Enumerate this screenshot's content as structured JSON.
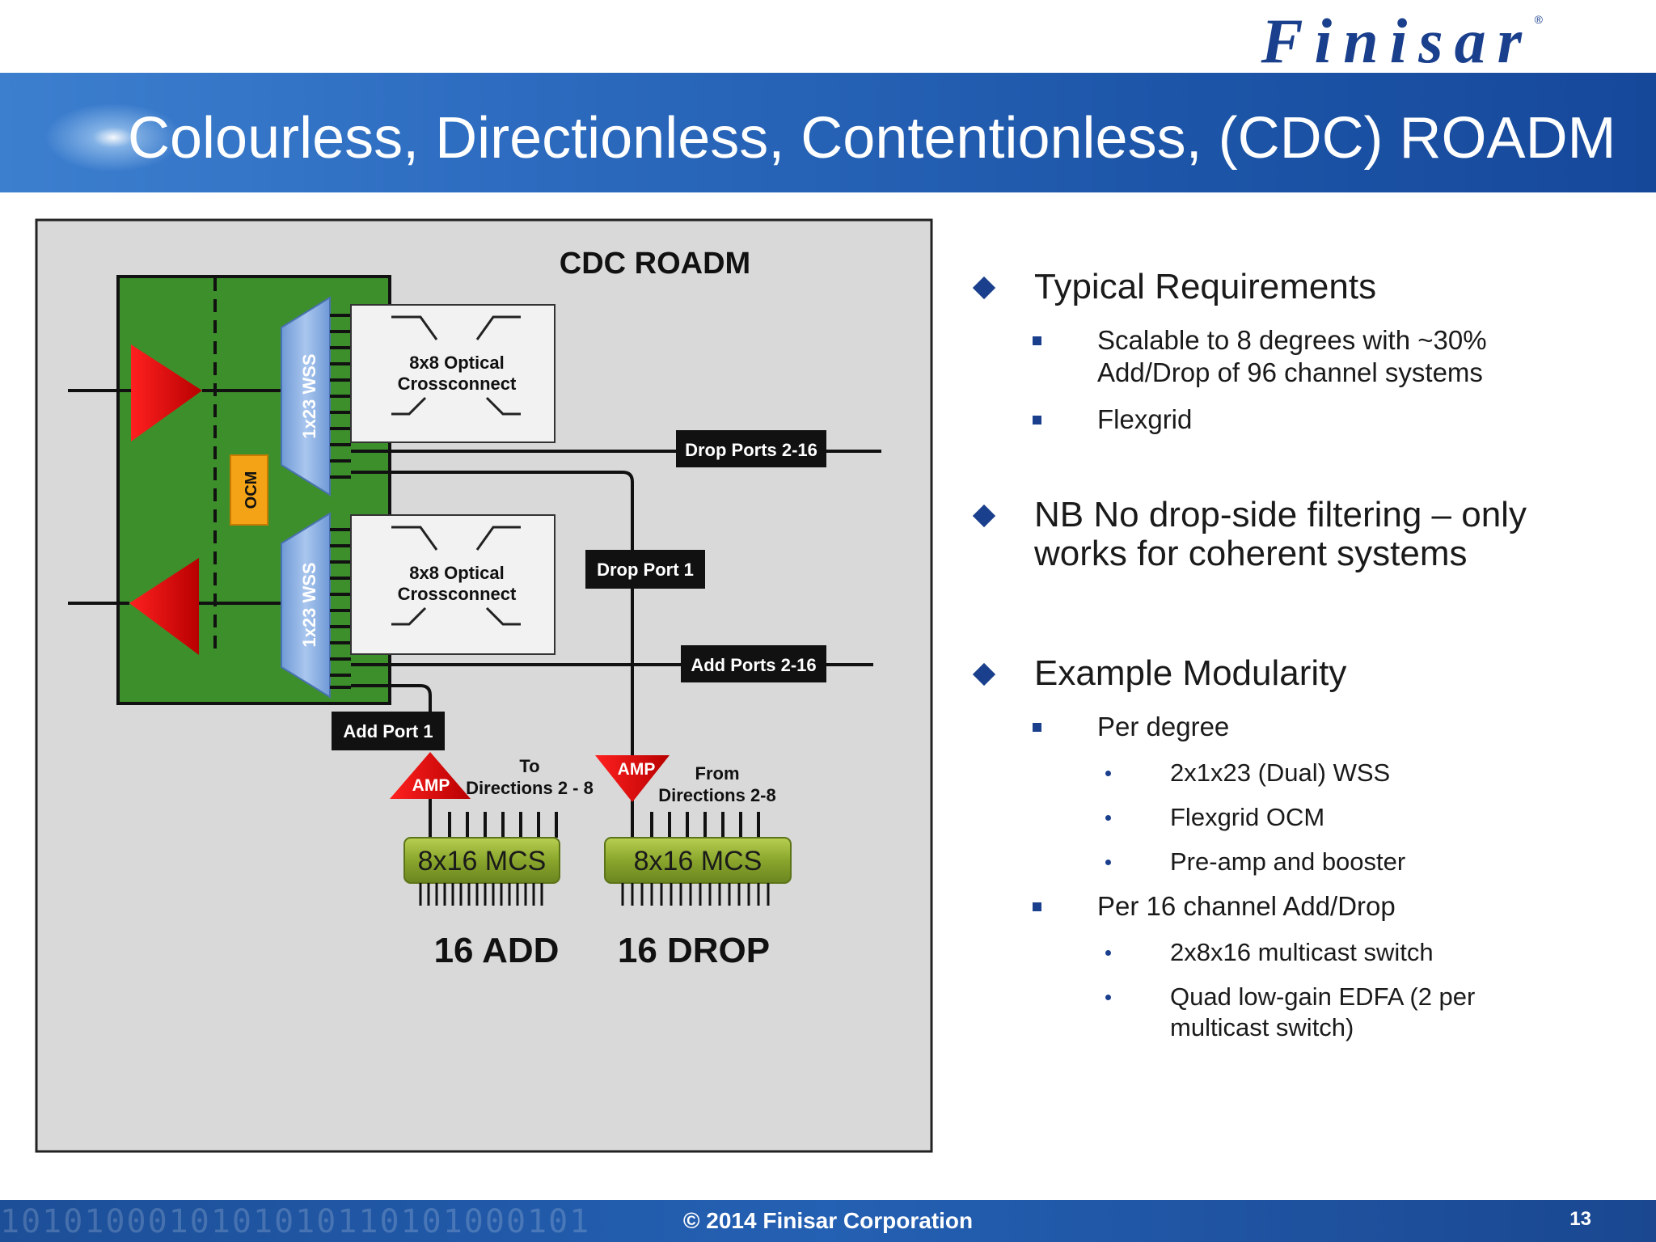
{
  "header": {
    "logo_text": "Finisar",
    "logo_registered": "®",
    "title": "Colourless, Directionless, Contentionless, (CDC) ROADM"
  },
  "diagram": {
    "title": "CDC ROADM",
    "wss_top": "1x23 WSS",
    "wss_bottom": "1x23 WSS",
    "ocm": "OCM",
    "oxc_top_line1": "8x8 Optical",
    "oxc_top_line2": "Crossconnect",
    "oxc_bottom_line1": "8x8 Optical",
    "oxc_bottom_line2": "Crossconnect",
    "drop_ports": "Drop Ports 2-16",
    "drop_port_1": "Drop Port 1",
    "add_ports": "Add Ports 2-16",
    "add_port_1": "Add Port 1",
    "amp_left": "AMP",
    "amp_right": "AMP",
    "to_line1": "To",
    "to_line2": "Directions 2 - 8",
    "from_line1": "From",
    "from_line2": "Directions 2-8",
    "mcs_left": "8x16 MCS",
    "mcs_right": "8x16 MCS",
    "add_label": "16 ADD",
    "drop_label": "16 DROP",
    "colors": {
      "panel_bg": "#d9d9d9",
      "green_board": "#3d8f2c",
      "amplifier_red": "#e41a1a",
      "ocm_orange": "#f5a316",
      "mcs_green": "#8aa62c"
    }
  },
  "bullets": {
    "b1": "Typical Requirements",
    "b1_s1_line1": "Scalable to 8 degrees  with ~30%",
    "b1_s1_line2": "Add/Drop of 96 channel systems",
    "b1_s2": "Flexgrid",
    "b2_line1": "NB No drop-side filtering – only",
    "b2_line2": "works for coherent systems",
    "b3": "Example Modularity",
    "b3_s1": "Per degree",
    "b3_s1_i1": "2x1x23 (Dual) WSS",
    "b3_s1_i2": "Flexgrid OCM",
    "b3_s1_i3": "Pre-amp and booster",
    "b3_s2": "Per 16 channel Add/Drop",
    "b3_s2_i1": "2x8x16 multicast switch",
    "b3_s2_i2_line1": "Quad low-gain EDFA (2 per",
    "b3_s2_i2_line2": "multicast switch)"
  },
  "footer": {
    "binary_pattern": "1010100010101010110101000101",
    "copyright": "© 2014 Finisar Corporation",
    "page_number": "13"
  }
}
